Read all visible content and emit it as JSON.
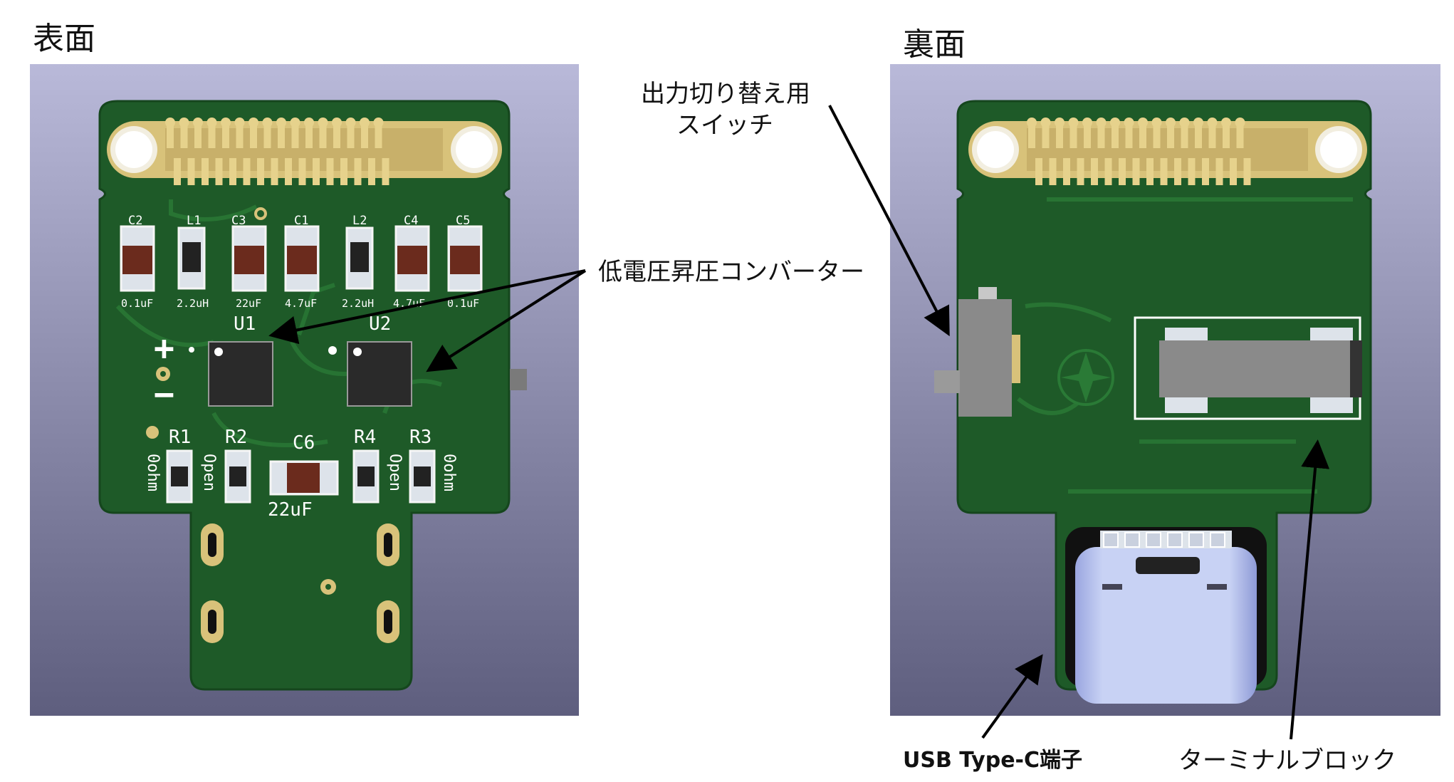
{
  "panels": {
    "front": {
      "title": "表面"
    },
    "back": {
      "title": "裏面"
    }
  },
  "callouts": {
    "switch_line1": "出力切り替え用",
    "switch_line2": "スイッチ",
    "converter": "低電圧昇圧コンバーター",
    "usb": "USB Type-C端子",
    "terminal": "ターミナルブロック"
  },
  "silkscreen": {
    "c2": "C2",
    "l1": "L1",
    "c3": "C3",
    "c1": "C1",
    "l2": "L2",
    "c4": "C4",
    "c5": "C5",
    "v_c2": "0.1uF",
    "v_l1": "2.2uH",
    "v_c3": "22uF",
    "v_c1": "4.7uF",
    "v_l2": "2.2uH",
    "v_c4": "4.7uF",
    "v_c5": "0.1uF",
    "u1": "U1",
    "u2": "U2",
    "plus": "+",
    "minus": "−",
    "r1": "R1",
    "r2": "R2",
    "r3": "R3",
    "r4": "R4",
    "v_r1": "0ohm",
    "v_r2": "Open",
    "v_r4": "Open",
    "v_r3": "0ohm",
    "c6": "C6",
    "v_c6": "22uF"
  },
  "colors": {
    "pcb": "#1e5a28",
    "pcb_edge": "#16451e",
    "gold": "#d8c27a",
    "background_top": "#b8b8d8",
    "background_bottom": "#5c5c7c",
    "arrow": "#000000"
  }
}
